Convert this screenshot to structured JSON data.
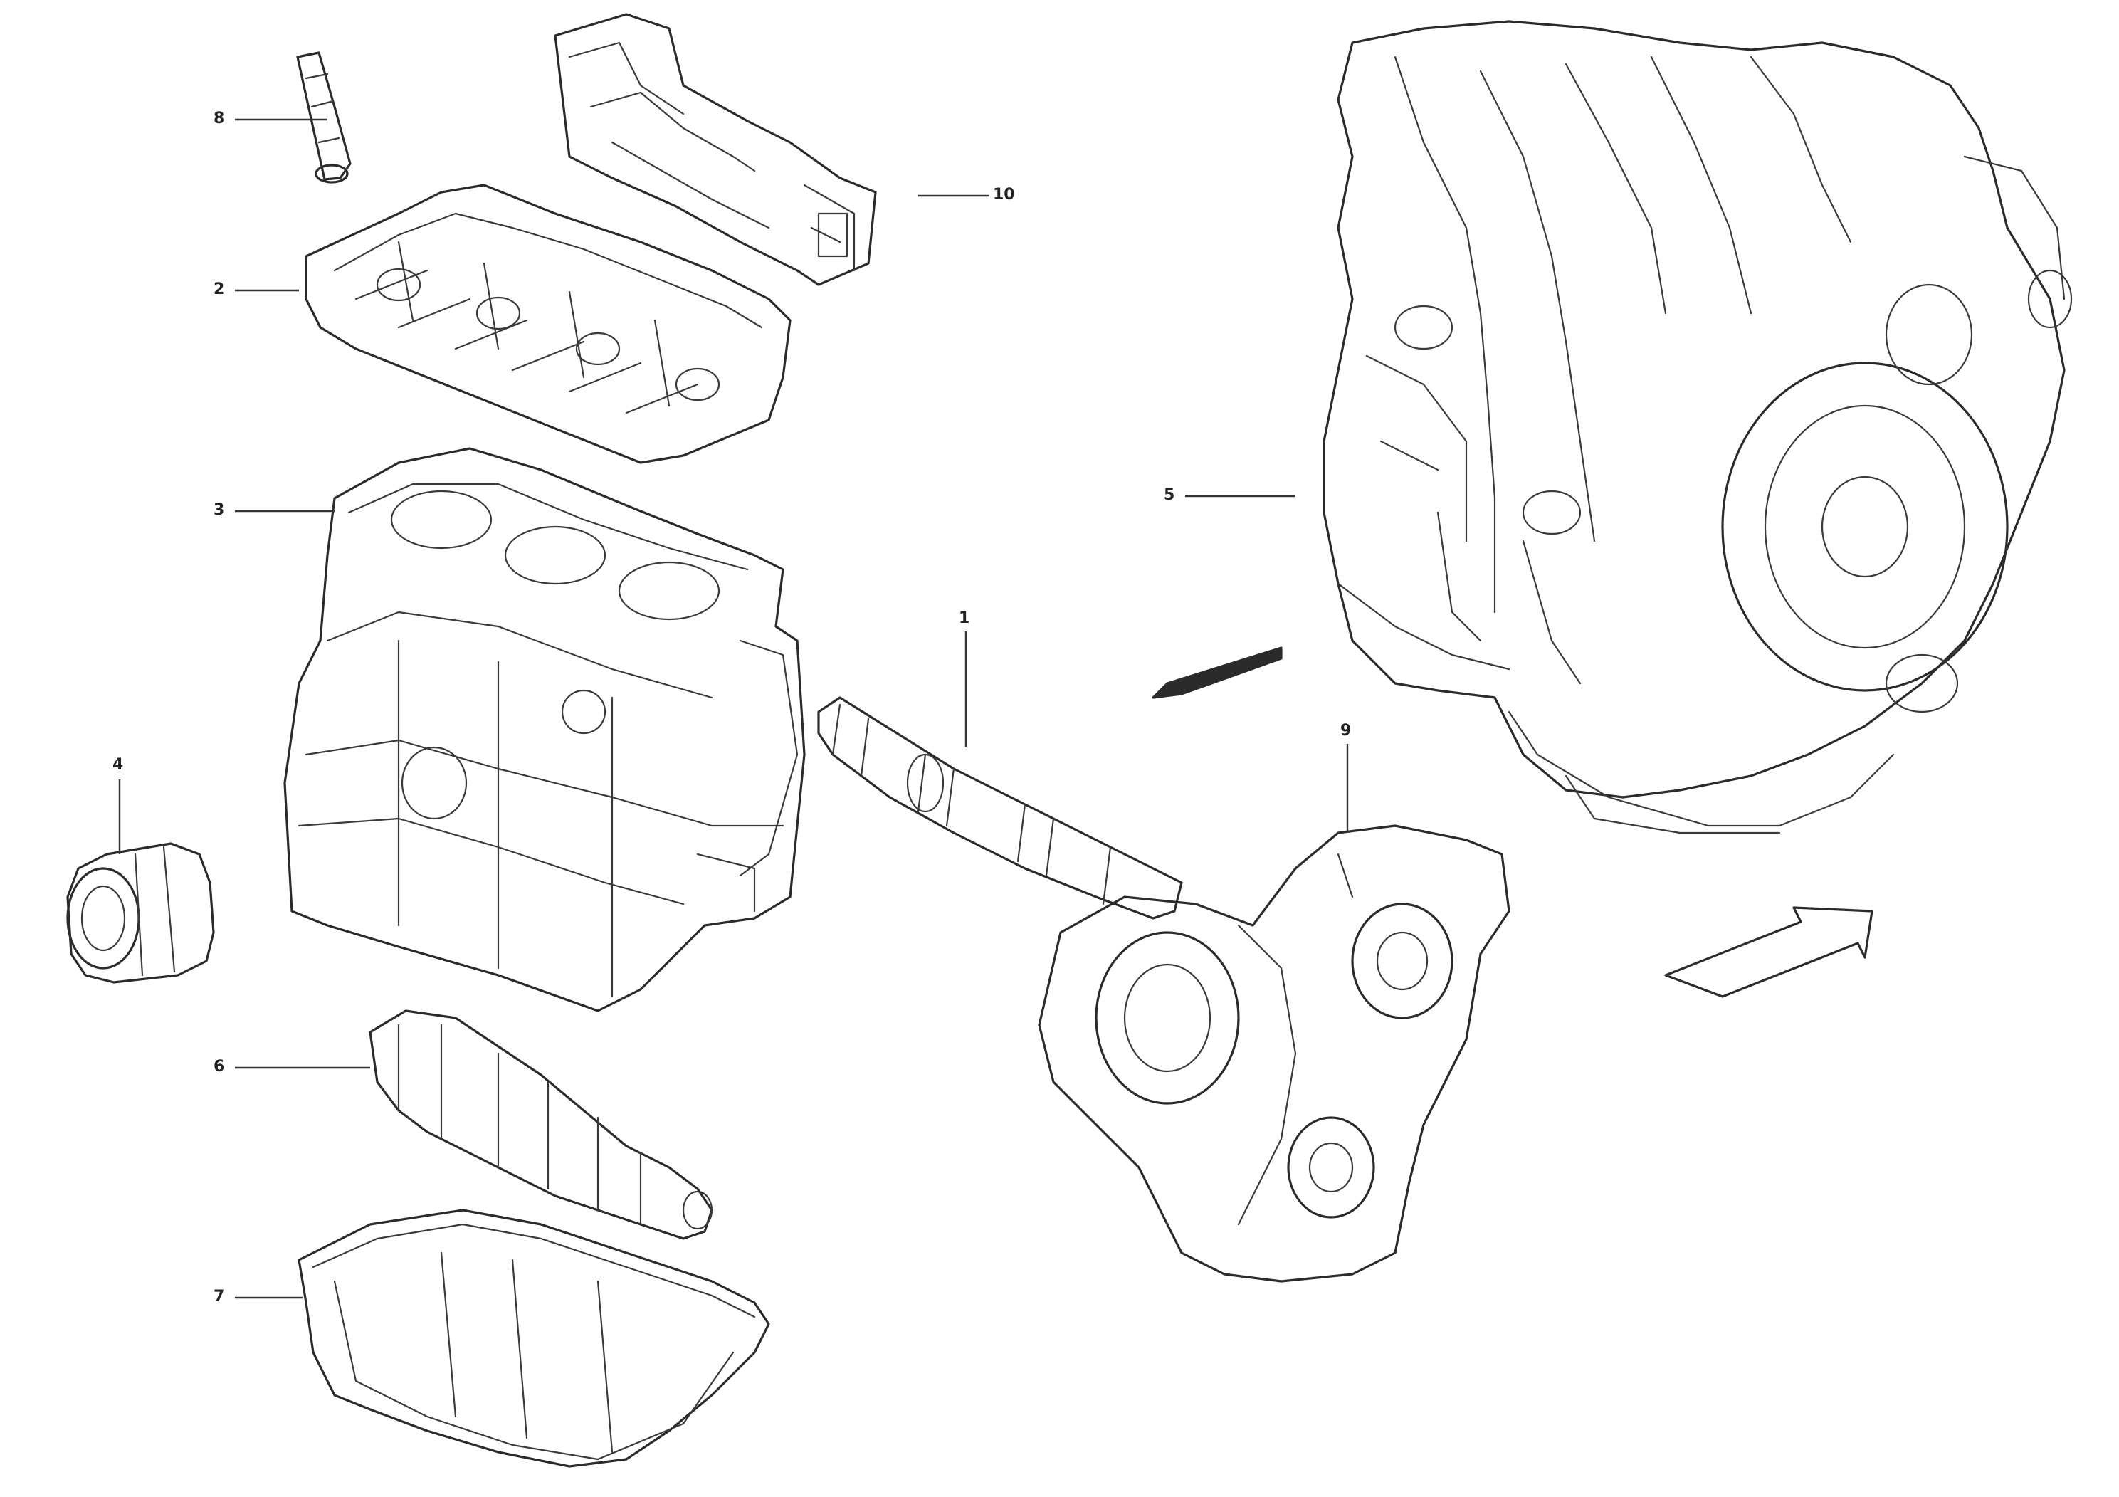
{
  "callouts": {
    "c8": "8",
    "c10": "10",
    "c2": "2",
    "c3": "3",
    "c4": "4",
    "c6": "6",
    "c7": "7",
    "c1": "1",
    "c9": "9",
    "c5": "5"
  },
  "reference": {
    "line1": "",
    "line2": "",
    "line3": ""
  }
}
